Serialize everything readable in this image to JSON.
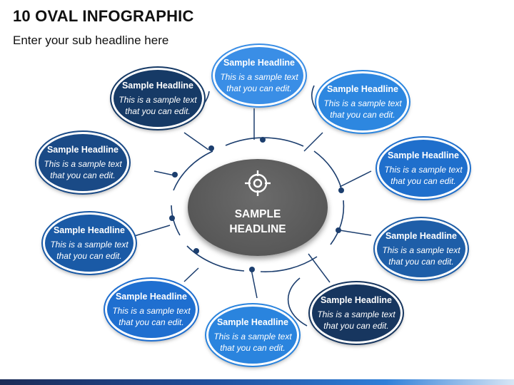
{
  "header": {
    "title": "10 OVAL INFOGRAPHIC",
    "subtitle": "Enter your sub headline here"
  },
  "center": {
    "icon": "target-icon",
    "label_line1": "SAMPLE",
    "label_line2": "HEADLINE"
  },
  "ovals": [
    {
      "headline": "Sample Headline",
      "line1": "This is a sample text",
      "line2": "that you can edit.",
      "color": "#3a8ee6"
    },
    {
      "headline": "Sample Headline",
      "line1": "This is a sample text",
      "line2": "that you can edit.",
      "color": "#2d87e0"
    },
    {
      "headline": "Sample Headline",
      "line1": "This is a sample text",
      "line2": "that you can edit.",
      "color": "#1f6fcc"
    },
    {
      "headline": "Sample Headline",
      "line1": "This is a sample text",
      "line2": "that you can edit.",
      "color": "#1e5ea8"
    },
    {
      "headline": "Sample Headline",
      "line1": "This is a sample text",
      "line2": "that you can edit.",
      "color": "#17365f"
    },
    {
      "headline": "Sample Headline",
      "line1": "This is a sample text",
      "line2": "that you can edit.",
      "color": "#2a84de"
    },
    {
      "headline": "Sample Headline",
      "line1": "This is a sample text",
      "line2": "that you can edit.",
      "color": "#1f6fd0"
    },
    {
      "headline": "Sample Headline",
      "line1": "This is a sample text",
      "line2": "that you can edit.",
      "color": "#1a5aa6"
    },
    {
      "headline": "Sample Headline",
      "line1": "This is a sample text",
      "line2": "that you can edit.",
      "color": "#1a4a86"
    },
    {
      "headline": "Sample Headline",
      "line1": "This is a sample text",
      "line2": "that you can edit.",
      "color": "#163a66"
    }
  ],
  "colors": {
    "connector": "#1c3e6e",
    "center_fill": "#5a5a5a"
  }
}
